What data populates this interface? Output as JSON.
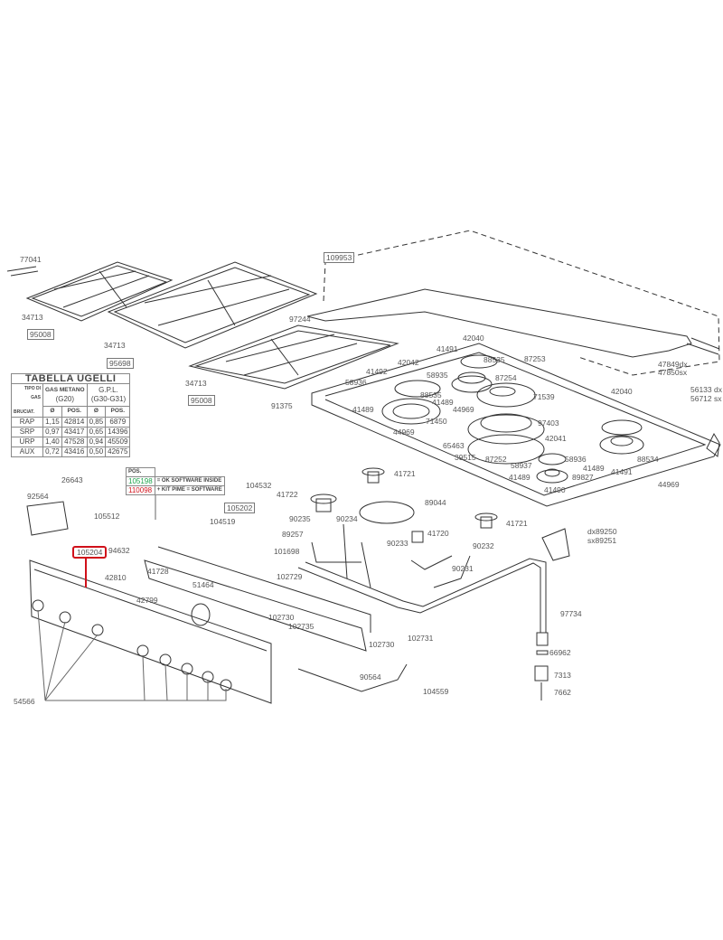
{
  "table": {
    "title": "TABELLA UGELLI",
    "corner_top": "TIPO DI GAS",
    "corner_bottom": "BRUCIAT.",
    "gas1": "GAS METANO",
    "gas1_code": "(G20)",
    "gas2": "G.P.L.",
    "gas2_code": "(G30-G31)",
    "col_diam": "Ø",
    "col_pos": "POS.",
    "rows": [
      {
        "burner": "RAP",
        "d1": "1,15",
        "p1": "42814",
        "d2": "0,85",
        "p2": "6879"
      },
      {
        "burner": "SRP",
        "d1": "0,97",
        "p1": "43417",
        "d2": "0,65",
        "p2": "14396"
      },
      {
        "burner": "URP",
        "d1": "1,40",
        "p1": "47528",
        "d2": "0,94",
        "p2": "45509"
      },
      {
        "burner": "AUX",
        "d1": "0,72",
        "p1": "43416",
        "d2": "0,50",
        "p2": "42675"
      }
    ]
  },
  "pos_box": {
    "header": "POS.",
    "rows": [
      {
        "code": "105198",
        "text": "= OK SOFTWARE INSIDE",
        "color": "#1aa34a"
      },
      {
        "code": "110098",
        "text": "+ KIT PIME = SOFTWARE",
        "color": "#d0101a"
      }
    ]
  },
  "highlight_color": "#d0101a",
  "labels": [
    "77041",
    "34713",
    "95008",
    "34713",
    "95698",
    "34713",
    "95008",
    "109953",
    "97244",
    "42040",
    "41491",
    "88535",
    "87253",
    "47849dx",
    "47850sx",
    "42042",
    "41492",
    "58935",
    "87254",
    "58936",
    "88535",
    "41489",
    "71539",
    "56133 dx",
    "56712 sx",
    "42040",
    "91375",
    "41489",
    "44969",
    "71450",
    "97403",
    "44969",
    "65463",
    "42041",
    "39515",
    "87252",
    "58936",
    "41489",
    "88534",
    "41491",
    "58937",
    "89827",
    "41489",
    "44969",
    "41490",
    "41721",
    "89044",
    "41721",
    "26643",
    "92564",
    "104532",
    "105202",
    "105512",
    "104519",
    "41722",
    "90235",
    "90234",
    "41720",
    "90233",
    "90232",
    "dx89250",
    "sx89251",
    "89257",
    "105204",
    "94632",
    "101698",
    "90231",
    "41728",
    "42810",
    "51464",
    "102729",
    "42799",
    "97734",
    "102730",
    "102735",
    "102731",
    "102730",
    "66962",
    "7313",
    "90564",
    "104559",
    "7662",
    "54566"
  ]
}
